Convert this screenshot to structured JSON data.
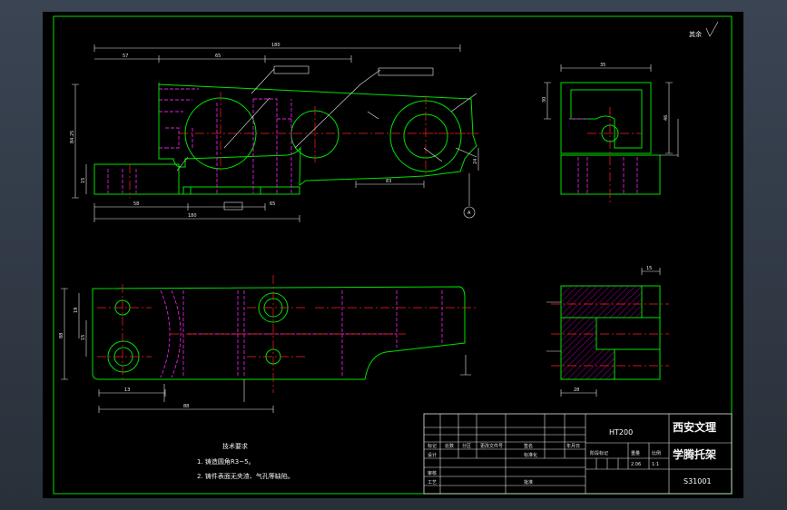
{
  "title_block": {
    "material": "HT200",
    "school": "西安文理",
    "part_name": "学腾托架",
    "drawing_no": "S31001",
    "scale_value": "1:1",
    "weight_value": "2.06",
    "headers": {
      "stage_mark": "阶段标记",
      "weight": "重量",
      "scale": "比例",
      "mark": "标记",
      "count": "处数",
      "zone": "分区",
      "change_doc": "更改文件号",
      "signature": "签名",
      "date": "年月日",
      "design": "设计",
      "standardize": "标准化",
      "review": "审核",
      "process": "工艺",
      "approve": "批准"
    }
  },
  "tech_req": {
    "title": "技术要求",
    "line1": "1. 铸造圆角R3~5。",
    "line2": "2. 铸件表面无夹渣、气孔等缺陷。"
  },
  "roughness_note": "其余",
  "datum_label": "A",
  "dims": {
    "overall_length": "180",
    "top_left": "57",
    "top_mid": "65",
    "bottom_left": "58",
    "bottom_mid": "65",
    "bottom_right": "83",
    "lower_total": "180",
    "height": "84.25",
    "left_height": "15",
    "right_h": "24",
    "side_top": "35",
    "side_right": "30",
    "side_height": "46",
    "plan_height": "88",
    "plan_left": "13",
    "plan_b": "19",
    "plan_c": "88",
    "plan_d": "15",
    "sec_top": "15",
    "sec_w": "28"
  }
}
